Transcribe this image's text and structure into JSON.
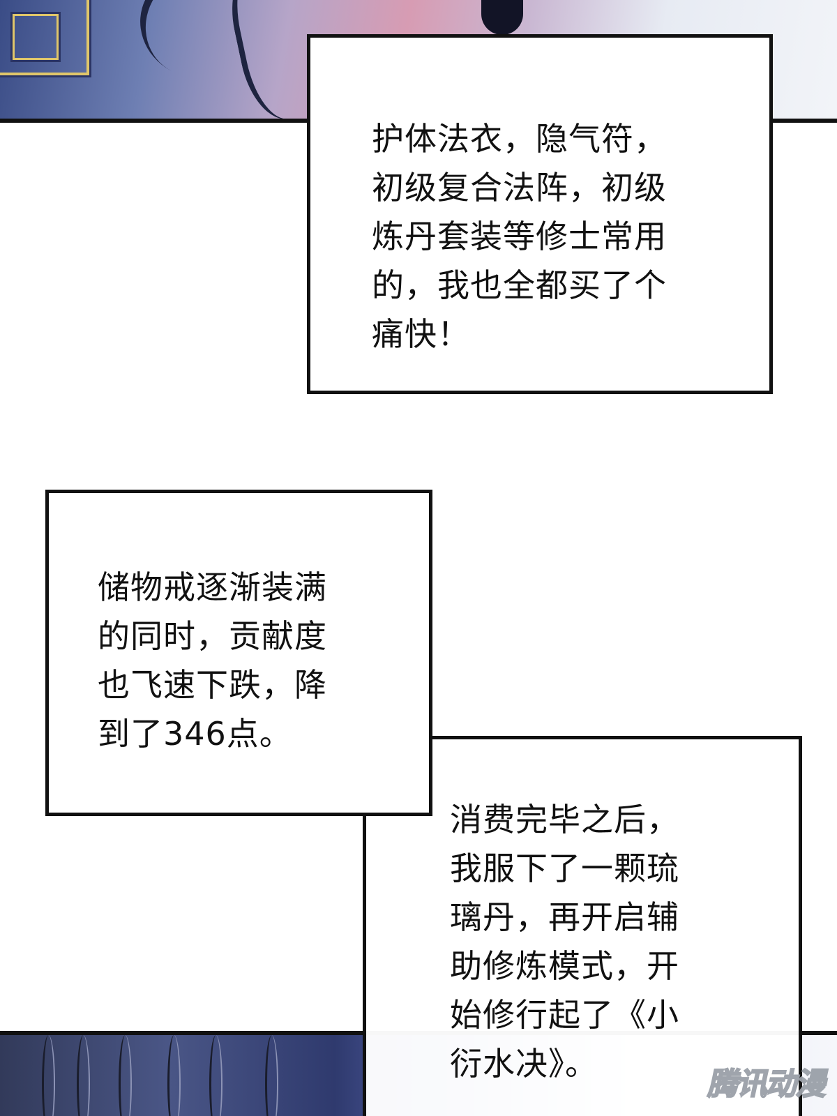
{
  "captions": [
    {
      "lines": [
        "护体法衣，隐气符，",
        "初级复合法阵，初级",
        "炼丹套装等修士常用",
        "的，我也全都买了个",
        "痛快！"
      ]
    },
    {
      "lines": [
        "储物戒逐渐装满",
        "的同时，贡献度",
        "也飞速下跌，降",
        "到了346点。"
      ]
    },
    {
      "lines": [
        "消费完毕之后，",
        "我服下了一颗琉",
        "璃丹，再开启辅",
        "助修炼模式，开",
        "始修行起了《小",
        "衍水决》。"
      ]
    }
  ],
  "watermark": {
    "text": "腾讯动漫"
  }
}
